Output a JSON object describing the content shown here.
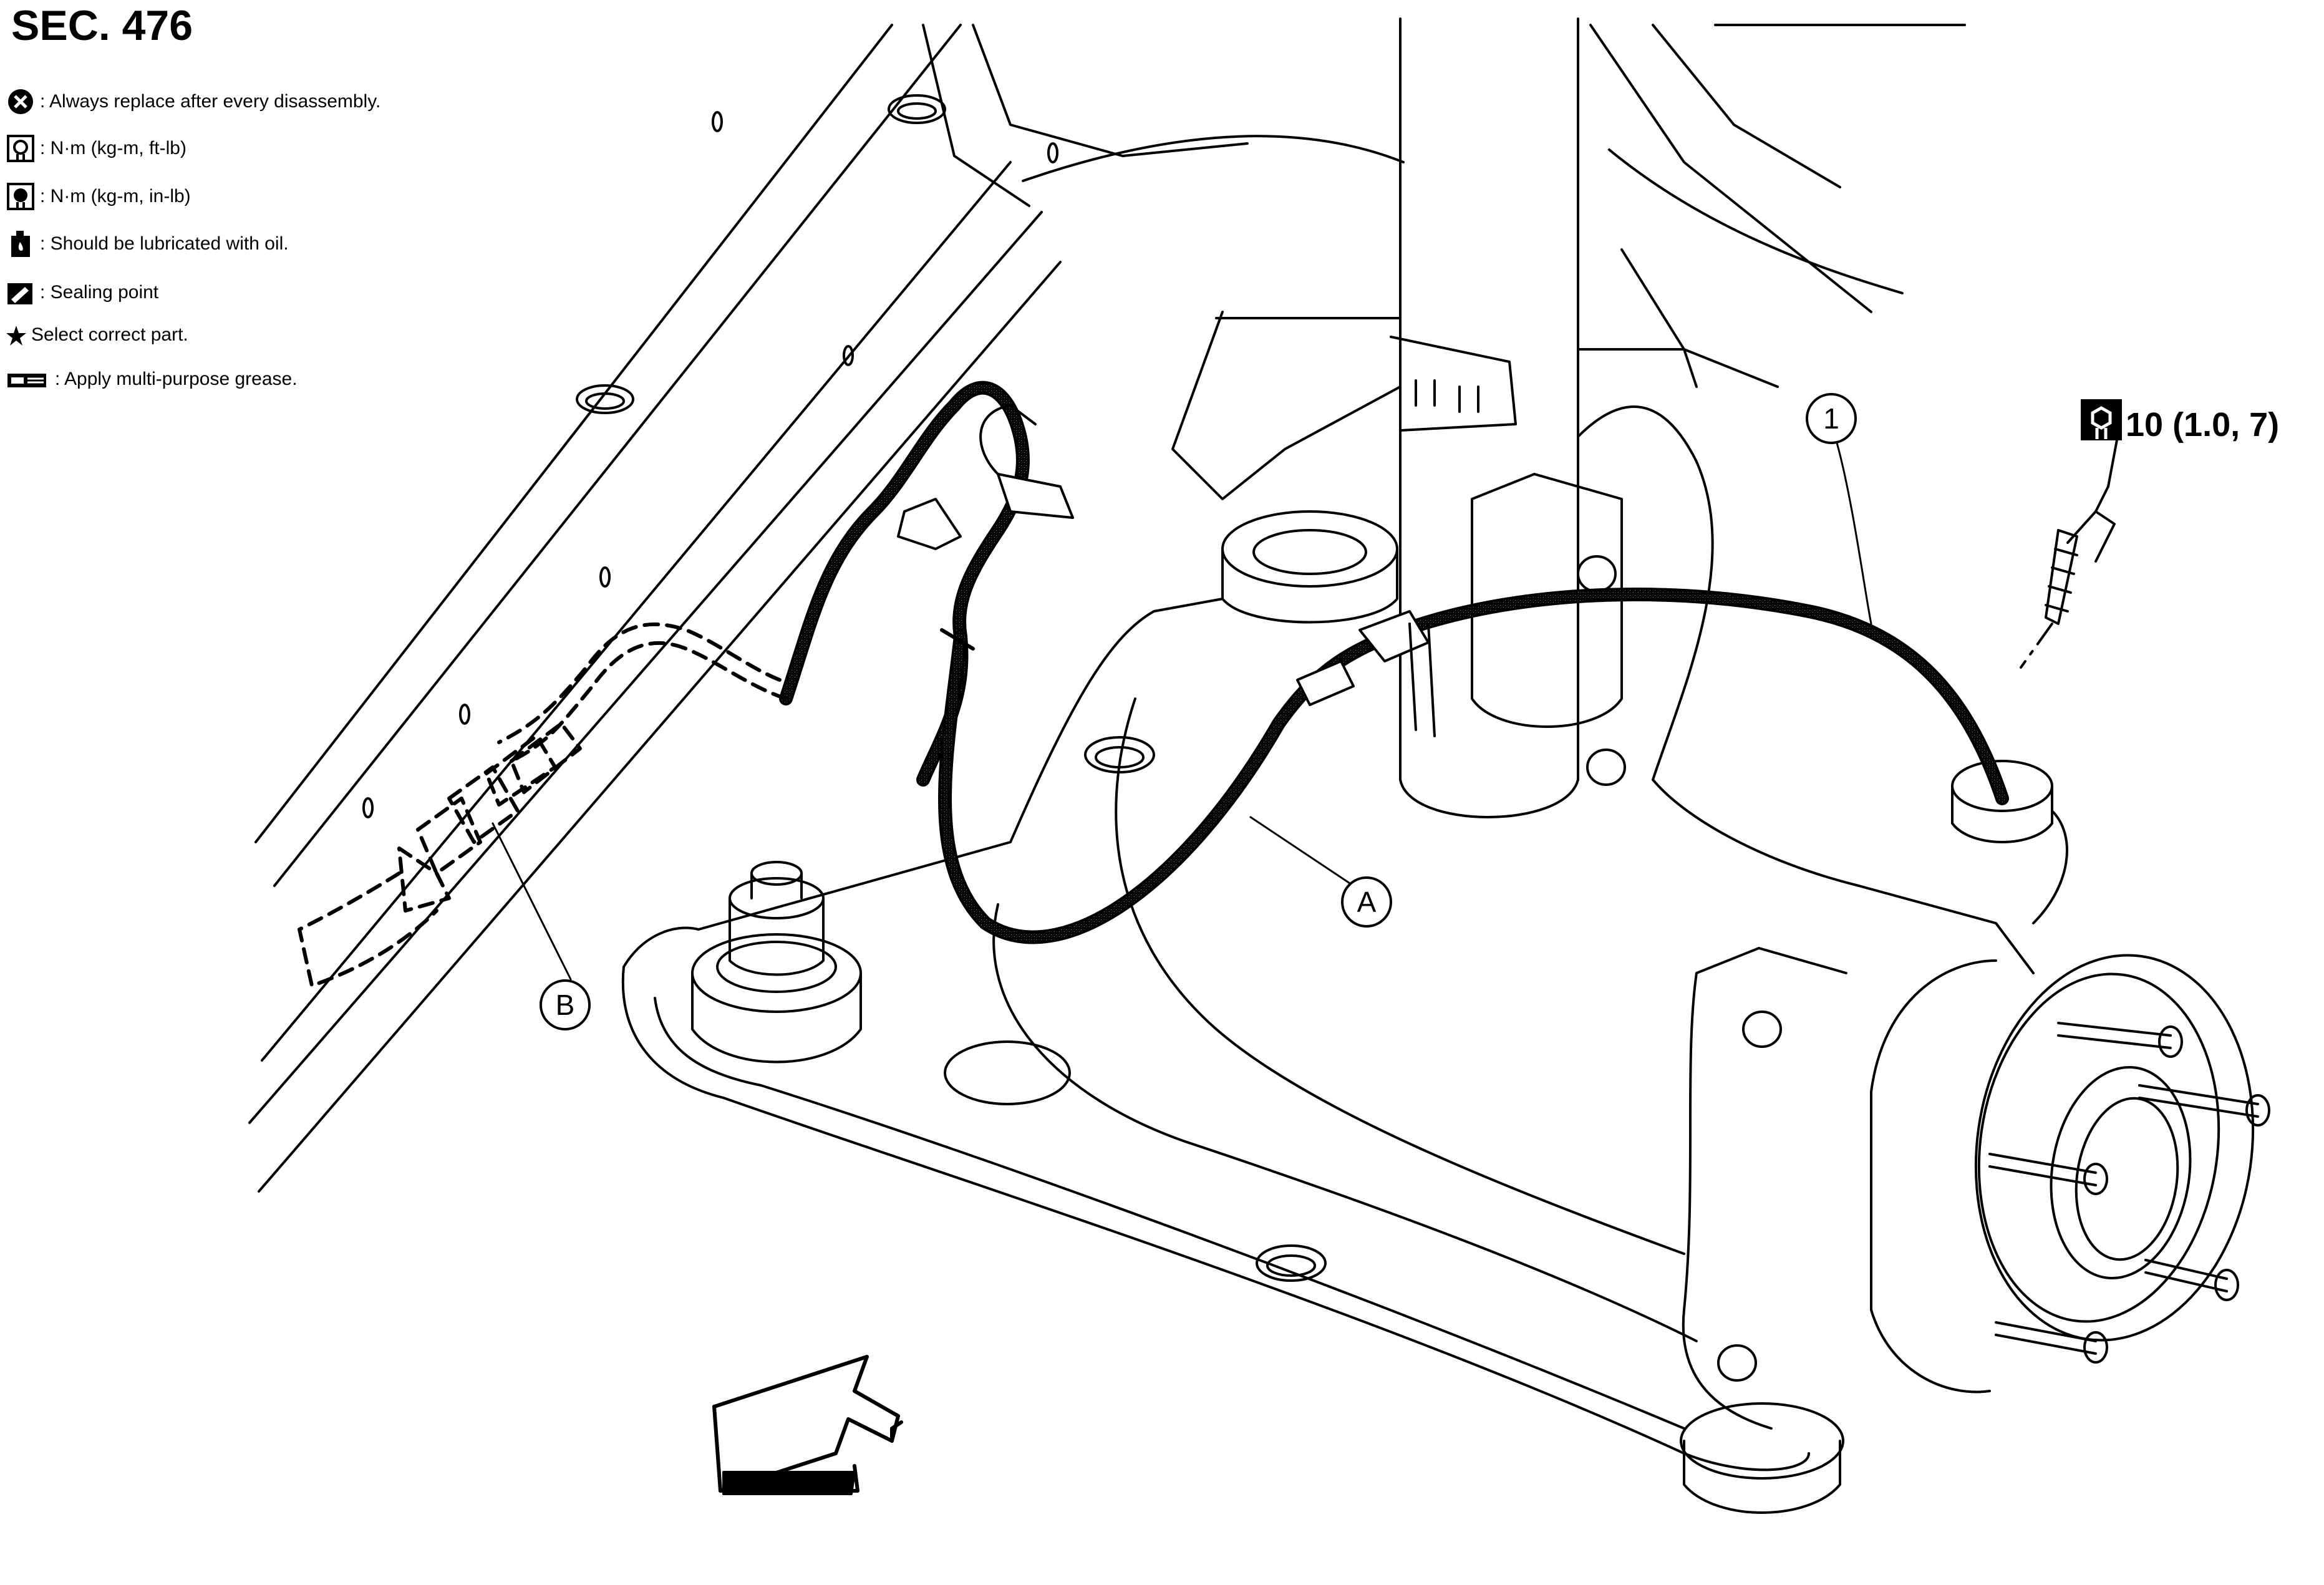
{
  "title": "SEC. 476",
  "legend": [
    {
      "icon": "replace-x-icon",
      "text": ": Always replace after every disassembly."
    },
    {
      "icon": "torque-wrench-icon",
      "text": ": N·m (kg-m, ft-lb)"
    },
    {
      "icon": "torque-wrench-small-icon",
      "text": ": N·m (kg-m, in-lb)"
    },
    {
      "icon": "oil-can-icon",
      "text": ": Should be lubricated with oil."
    },
    {
      "icon": "sealant-icon",
      "text": ": Sealing point"
    },
    {
      "icon": "star-icon",
      "text": " Select correct part."
    },
    {
      "icon": "grease-icon",
      "text": " : Apply multi-purpose grease."
    }
  ],
  "torque": {
    "value": "10 (1.0, 7)",
    "icon": "torque-wrench-icon"
  },
  "callouts": {
    "part1": "1",
    "a": "A",
    "b": "B"
  },
  "direction_arrow": "front-direction-arrow-icon"
}
